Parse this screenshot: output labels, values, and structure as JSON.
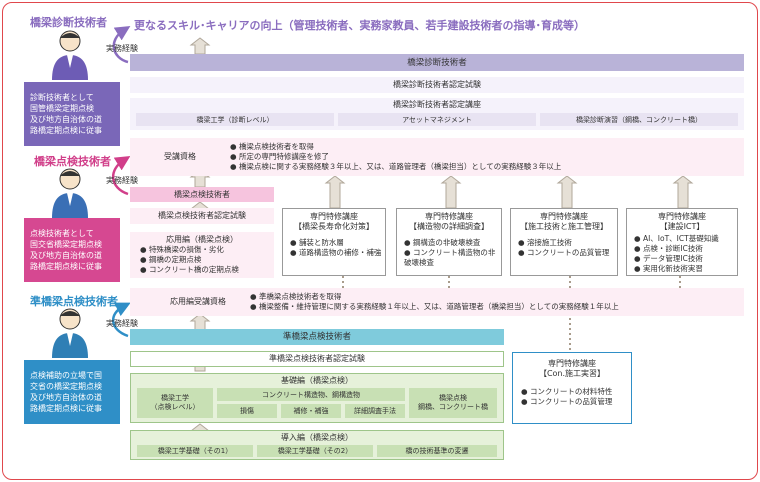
{
  "outer_frame_color": "#e0474c",
  "top_heading": "更なるスキル･キャリアの向上（管理技術者、実務家教員、若手建設技術者の指導･育成等）",
  "experience_label": "実務経験",
  "roles": {
    "diagnostician": {
      "label": "橋梁診断技術者",
      "color": "#8a6dbf",
      "icon": "person-icon",
      "description": [
        "診断技術者として",
        "国管橋梁定期点検",
        "及び地方自治体の道",
        "路橋定期点検に従事"
      ]
    },
    "inspector": {
      "label": "橋梁点検技術者",
      "color": "#d13f8a",
      "icon": "person-icon",
      "description": [
        "点検技術者として",
        "国交省橋梁定期点検",
        "及び地方自治体の道",
        "路橋定期点検に従事"
      ]
    },
    "associate": {
      "label": "準橋梁点検技術者",
      "color": "#2f8fc7",
      "icon": "person-icon",
      "description": [
        "点検補助の立場で国",
        "交省の橋梁定期点検",
        "及び地方自治体の道",
        "路橋定期点検に従事"
      ]
    }
  },
  "diagnostic": {
    "title": "橋梁診断技術者",
    "exam": "橋梁診断技術者認定試験",
    "course": "橋梁診断技術者認定講座",
    "course_items": [
      "橋梁工学（診断レベル）",
      "アセットマネジメント",
      "橋梁診断演習（鋼橋、コンクリート橋）"
    ]
  },
  "qualification": {
    "label": "受講資格",
    "items": [
      "橋梁点検技術者を取得",
      "所定の専門特修講座を修了",
      "橋梁点検に関する実務経験３年以上、又は、道路管理者（橋梁担当）としての実務経験３年以上"
    ]
  },
  "inspection": {
    "title": "橋梁点検技術者",
    "exam": "橋梁点検技術者認定試験",
    "applied_title": "応用編（橋梁点検）",
    "applied_items": [
      "特殊橋梁の損傷・劣化",
      "鋼橋の定期点検",
      "コンクリート橋の定期点検"
    ]
  },
  "special_courses": [
    {
      "title": "専門特修講座",
      "subtitle": "【橋梁長寿命化対策】",
      "items": [
        "舗装と防水層",
        "道路構造物の補修・補強"
      ]
    },
    {
      "title": "専門特修講座",
      "subtitle": "【構造物の詳細調査】",
      "items": [
        "鋼構造の非破壊検査",
        "コンクリート構造物の非破壊検査"
      ]
    },
    {
      "title": "専門特修講座",
      "subtitle": "【施工技術と施工管理】",
      "items": [
        "溶接施工技術",
        "コンクリートの品質管理"
      ]
    },
    {
      "title": "専門特修講座",
      "subtitle": "【建設ICT】",
      "items": [
        "AI、IoT、ICT基礎知識",
        "点検・診断IC技術",
        "データ管理IC技術",
        "実用化新技術実習"
      ]
    }
  ],
  "applied_qualification": {
    "label": "応用編受講資格",
    "items": [
      "準橋梁点検技術者を取得",
      "橋梁整備・維持管理に関する実務経験１年以上、又は、道路管理者（橋梁担当）としての実務経験１年以上"
    ]
  },
  "associate": {
    "title": "準橋梁点検技術者",
    "exam": "準橋梁点検技術者認定試験",
    "basic_title": "基礎編（橋梁点検）",
    "basic_left": [
      "橋梁工学",
      "（点検レベル）"
    ],
    "basic_mid_title": "コンクリート構造物、鋼構造物",
    "basic_mid_items": [
      "損傷",
      "補修・補強",
      "詳細調査手法"
    ],
    "basic_right": [
      "橋梁点検",
      "鋼橋、コンクリート橋"
    ],
    "intro_title": "導入編（橋梁点検）",
    "intro_items": [
      "橋梁工学基礎（その1）",
      "橋梁工学基礎（その2）",
      "橋の技術基準の変遷"
    ]
  },
  "construction_course": {
    "title": "専門特修講座",
    "subtitle": "【Con.施工実習】",
    "items": [
      "コンクリートの材料特性",
      "コンクリートの品質管理"
    ]
  }
}
